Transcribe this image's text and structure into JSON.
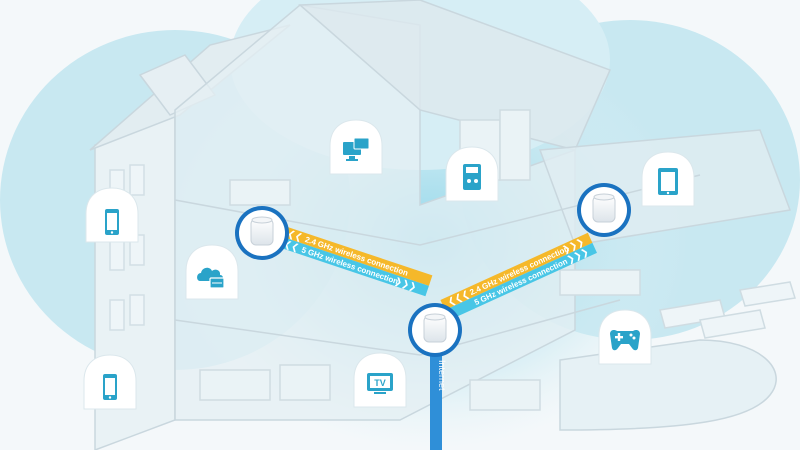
{
  "links": {
    "left": {
      "band_24": "2.4 GHz wireless connection",
      "band_5": "5 GHz wireless connection"
    },
    "right": {
      "band_24": "2.4 GHz wireless connection",
      "band_5": "5 GHz wireless connection"
    },
    "uplink": "Internet",
    "arrows": "❮❮❮",
    "arrows_rev": "❯❯❯"
  },
  "devices": [
    {
      "icon": "smartphone-icon",
      "tv_text": ""
    },
    {
      "icon": "cloud-storage-icon",
      "tv_text": ""
    },
    {
      "icon": "smartphone-icon",
      "tv_text": ""
    },
    {
      "icon": "computer-monitors-icon",
      "tv_text": ""
    },
    {
      "icon": "smart-appliance-icon",
      "tv_text": ""
    },
    {
      "icon": "tablet-icon",
      "tv_text": ""
    },
    {
      "icon": "game-controller-icon",
      "tv_text": ""
    },
    {
      "icon": "tv-icon",
      "tv_text": "TV"
    }
  ],
  "colors": {
    "wifi_glow": "#b9e4ef",
    "badge_blue": "#2aa3c9",
    "band_24": "#f5b82a",
    "band_5": "#48c6e6",
    "router_ring": "#1a72c0",
    "internet_cable": "#2f8fd8"
  }
}
